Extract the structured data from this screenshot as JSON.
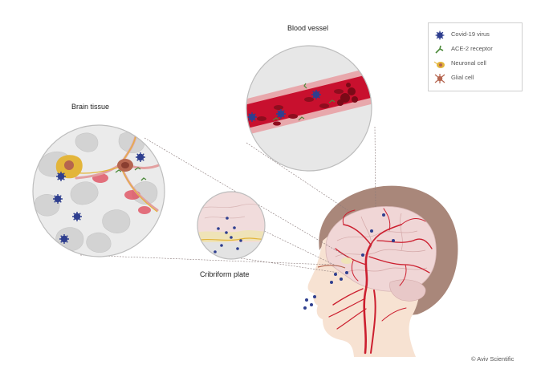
{
  "labels": {
    "blood_vessel": "Blood vessel",
    "brain_tissue": "Brain tissue",
    "cribriform_plate": "Cribriform plate"
  },
  "legend": {
    "items": [
      {
        "label": "Covid-19 virus",
        "icon": "virus-icon"
      },
      {
        "label": "ACE-2 receptor",
        "icon": "receptor-icon"
      },
      {
        "label": "Neuronal cell",
        "icon": "neuron-icon"
      },
      {
        "label": "Glial cell",
        "icon": "glial-cell-icon"
      }
    ]
  },
  "credit": "© Aviv Scientific",
  "colors": {
    "virus": "#2f3f8f",
    "blood": "#c8102e",
    "vessel_wall": "#e8a8ac",
    "neuron": "#e3b53a",
    "glial": "#b5654f",
    "skin": "#f7e2d2",
    "hair": "#a9877a",
    "brain": "#f0d6d6",
    "gray_cell": "#d7d7d7"
  }
}
